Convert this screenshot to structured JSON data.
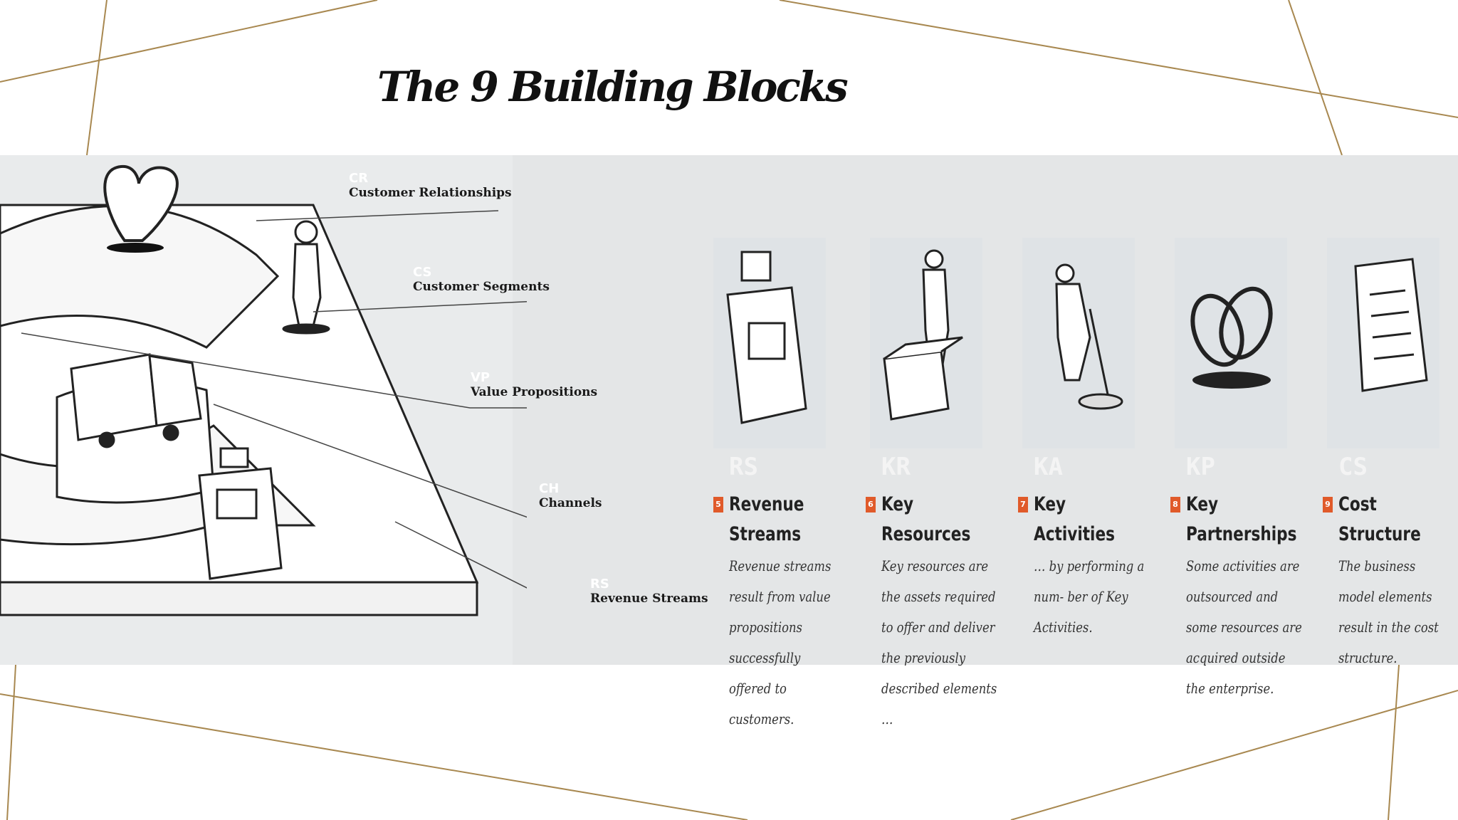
{
  "slide": {
    "title": "The 9 Building Blocks"
  },
  "canvas": {
    "callouts": [
      {
        "abbr": "CR",
        "name": "Customer Relationships"
      },
      {
        "abbr": "CS",
        "name": "Customer Segments"
      },
      {
        "abbr": "VP",
        "name": "Value Propositions"
      },
      {
        "abbr": "CH",
        "name": "Channels"
      },
      {
        "abbr": "RS",
        "name": "Revenue Streams"
      }
    ]
  },
  "blocks": [
    {
      "abbr": "RS",
      "num": "5",
      "title": "Revenue Streams",
      "description": "Revenue streams result from value propositions successfully offered to customers.",
      "icon": "cash-register-icon"
    },
    {
      "abbr": "KR",
      "num": "6",
      "title": "Key Resources",
      "description": "Key resources are the assets required to offer and deliver the previously described elements …",
      "icon": "worker-with-crates-icon"
    },
    {
      "abbr": "KA",
      "num": "7",
      "title": "Key Activities",
      "description": "… by performing a num- ber of Key Activities.",
      "icon": "digging-worker-icon"
    },
    {
      "abbr": "KP",
      "num": "8",
      "title": "Key Partnerships",
      "description": "Some activities are outsourced and some resources are acquired outside the enterprise.",
      "icon": "interlocked-rings-icon"
    },
    {
      "abbr": "CS",
      "num": "9",
      "title": "Cost Structure",
      "description": "The business model elements result in the cost structure.",
      "icon": "invoice-document-icon"
    }
  ],
  "colors": {
    "accent_line": "#a88850",
    "panel_bg": "#e4e6e7",
    "number_badge": "#e05a2a"
  }
}
